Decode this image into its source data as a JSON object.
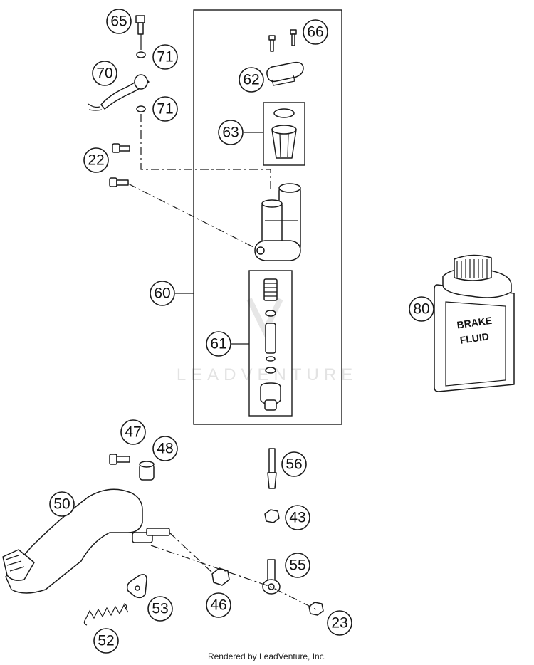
{
  "callouts": [
    {
      "id": "65",
      "label": "65"
    },
    {
      "id": "71a",
      "label": "71"
    },
    {
      "id": "70",
      "label": "70"
    },
    {
      "id": "71b",
      "label": "71"
    },
    {
      "id": "22",
      "label": "22"
    },
    {
      "id": "66",
      "label": "66"
    },
    {
      "id": "62",
      "label": "62"
    },
    {
      "id": "63",
      "label": "63"
    },
    {
      "id": "60",
      "label": "60"
    },
    {
      "id": "61",
      "label": "61"
    },
    {
      "id": "80",
      "label": "80"
    },
    {
      "id": "47",
      "label": "47"
    },
    {
      "id": "48",
      "label": "48"
    },
    {
      "id": "50",
      "label": "50"
    },
    {
      "id": "56",
      "label": "56"
    },
    {
      "id": "43",
      "label": "43"
    },
    {
      "id": "55",
      "label": "55"
    },
    {
      "id": "53",
      "label": "53"
    },
    {
      "id": "46",
      "label": "46"
    },
    {
      "id": "23",
      "label": "23"
    },
    {
      "id": "52",
      "label": "52"
    }
  ],
  "bottle_label": {
    "line1": "BRAKE",
    "line2": "FLUID"
  },
  "watermark": "LEADVENTURE",
  "footer": "Rendered by LeadVenture, Inc."
}
